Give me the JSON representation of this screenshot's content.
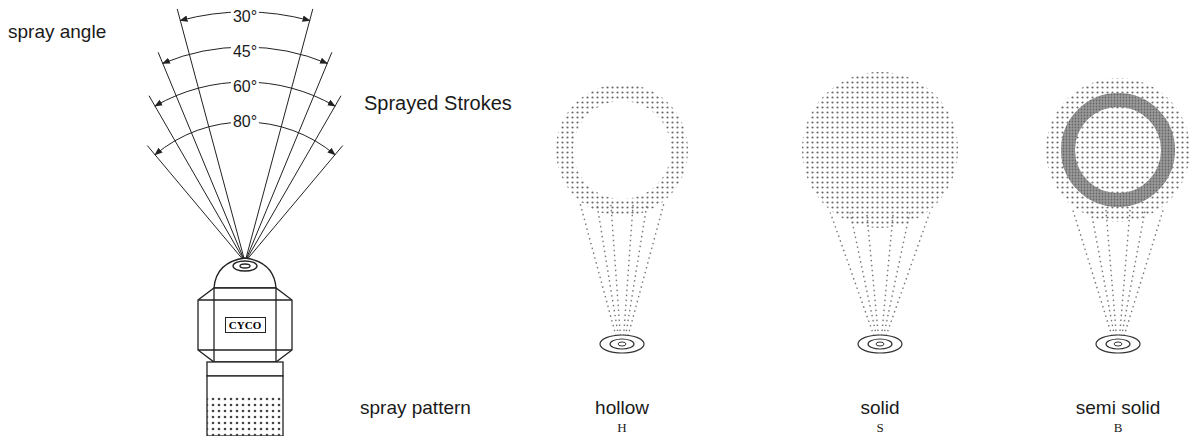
{
  "diagram": {
    "nodes": [
      {
        "text": [
          "CYCO"
        ]
      }
    ],
    "labels": [
      "spray angle",
      "30°",
      "45°",
      "60°",
      "80°",
      "Sprayed Strokes",
      "spray pattern",
      "hollow",
      "H",
      "solid",
      "S",
      "semi solid",
      "B"
    ]
  }
}
